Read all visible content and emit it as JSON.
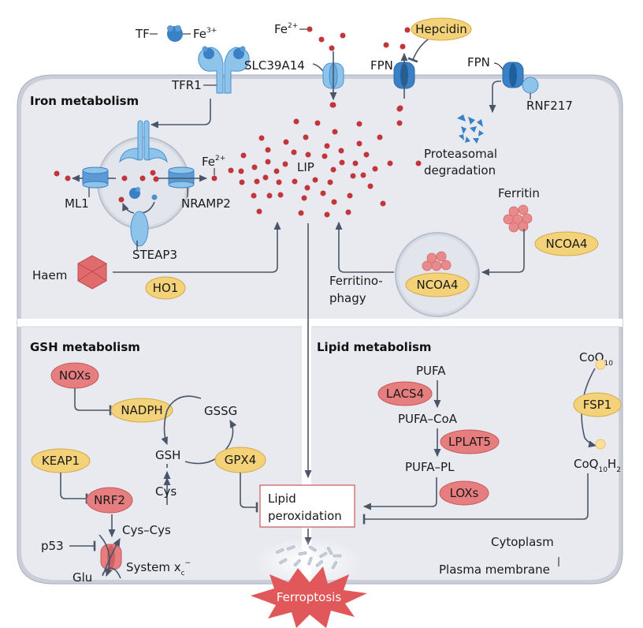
{
  "figure": {
    "panels": {
      "iron": {
        "title": "Iron metabolism"
      },
      "gsh": {
        "title": "GSH metabolism"
      },
      "lipid": {
        "title": "Lipid metabolism"
      }
    },
    "regions": {
      "cytoplasm": "Cytoplasm",
      "plasma_membrane": "Plasma membrane"
    },
    "outcome": "Ferroptosis"
  },
  "iron": {
    "tf": "TF",
    "fe3": "Fe",
    "fe3_charge": "3+",
    "fe2_out": "Fe",
    "fe2_out_charge": "2+",
    "fe2_endo": "Fe",
    "fe2_endo_charge": "2+",
    "tfr1": "TFR1",
    "slc39a14": "SLC39A14",
    "fpn_1": "FPN",
    "fpn_2": "FPN",
    "hepcidin": "Hepcidin",
    "rnf217": "RNF217",
    "proteasomal_1": "Proteasomal",
    "proteasomal_2": "degradation",
    "ml1": "ML1",
    "nramp2": "NRAMP2",
    "steap3": "STEAP3",
    "lip": "LIP",
    "haem": "Haem",
    "ho1": "HO1",
    "ferritin": "Ferritin",
    "ncoa4_free": "NCOA4",
    "ncoa4_lyso": "NCOA4",
    "ferritinophagy_1": "Ferritino-",
    "ferritinophagy_2": "phagy"
  },
  "gsh": {
    "noxs": "NOXs",
    "nadph": "NADPH",
    "gssg": "GSSG",
    "gsh": "GSH",
    "gpx4": "GPX4",
    "keap1": "KEAP1",
    "nrf2": "NRF2",
    "cys": "Cys",
    "cys_cys": "Cys–Cys",
    "p53": "p53",
    "glu": "Glu",
    "system_xc": "System x",
    "system_xc_sub": "c",
    "system_xc_sup": "−"
  },
  "lipid": {
    "pufa": "PUFA",
    "lacs4": "LACS4",
    "pufa_coa": "PUFA–CoA",
    "lplat5": "LPLAT5",
    "pufa_pl": "PUFA–PL",
    "loxs": "LOXs",
    "coq10": "CoQ",
    "coq10_sub": "10",
    "fsp1": "FSP1",
    "coq10h2": "CoQ",
    "coq10h2_sub1": "10",
    "coq10h2_h": "H",
    "coq10h2_sub2": "2"
  },
  "central": {
    "lipid_perox_1": "Lipid",
    "lipid_perox_2": "peroxidation"
  },
  "colors": {
    "cell_fill": "#e8eaf0",
    "membrane": "#b8c0cc",
    "protein_blue": "#4a90d0",
    "protein_light": "#8ec4ea",
    "iron_red": "#c0363a",
    "pill_yellow": "#f3d27a",
    "pill_red": "#e67e80",
    "arrow": "#4a5668",
    "ferroptosis": "#e0585a"
  }
}
